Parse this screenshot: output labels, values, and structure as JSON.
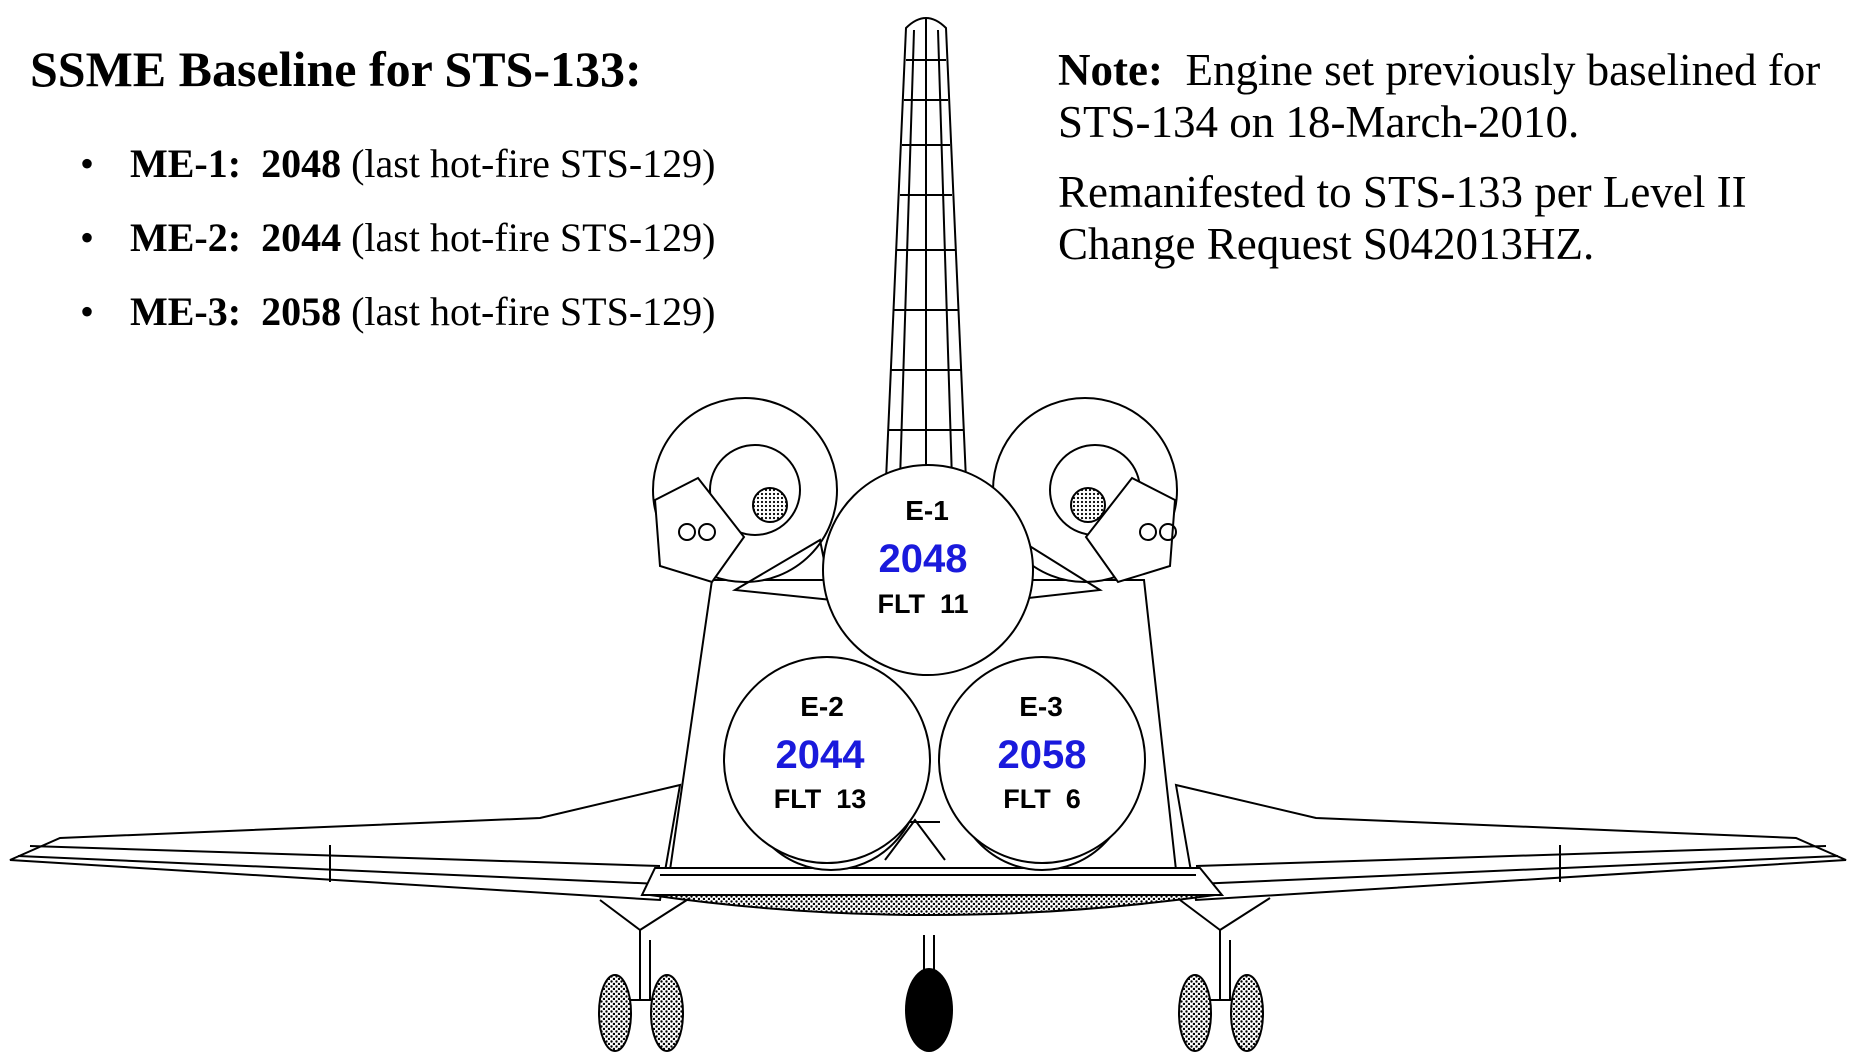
{
  "title": "SSME Baseline for STS-133:",
  "bullet": "•",
  "baseline": [
    {
      "engine": "ME-1:",
      "serial": "2048",
      "detail": "(last hot-fire STS-129)"
    },
    {
      "engine": "ME-2:",
      "serial": "2044",
      "detail": "(last hot-fire STS-129)"
    },
    {
      "engine": "ME-3:",
      "serial": "2058",
      "detail": "(last hot-fire STS-129)"
    }
  ],
  "note": {
    "label": "Note:",
    "line1": "Engine set previously baselined for STS-134 on 18-March-2010.",
    "line2": "Remanifested to STS-133 per Level II Change Request S042013HZ."
  },
  "engines": [
    {
      "position": "E-1",
      "serial": "2048",
      "flight": "FLT  11"
    },
    {
      "position": "E-2",
      "serial": "2044",
      "flight": "FLT  13"
    },
    {
      "position": "E-3",
      "serial": "2058",
      "flight": "FLT  6"
    }
  ],
  "colors": {
    "serial": "#1a1adc",
    "line": "#000000",
    "background": "#ffffff"
  }
}
